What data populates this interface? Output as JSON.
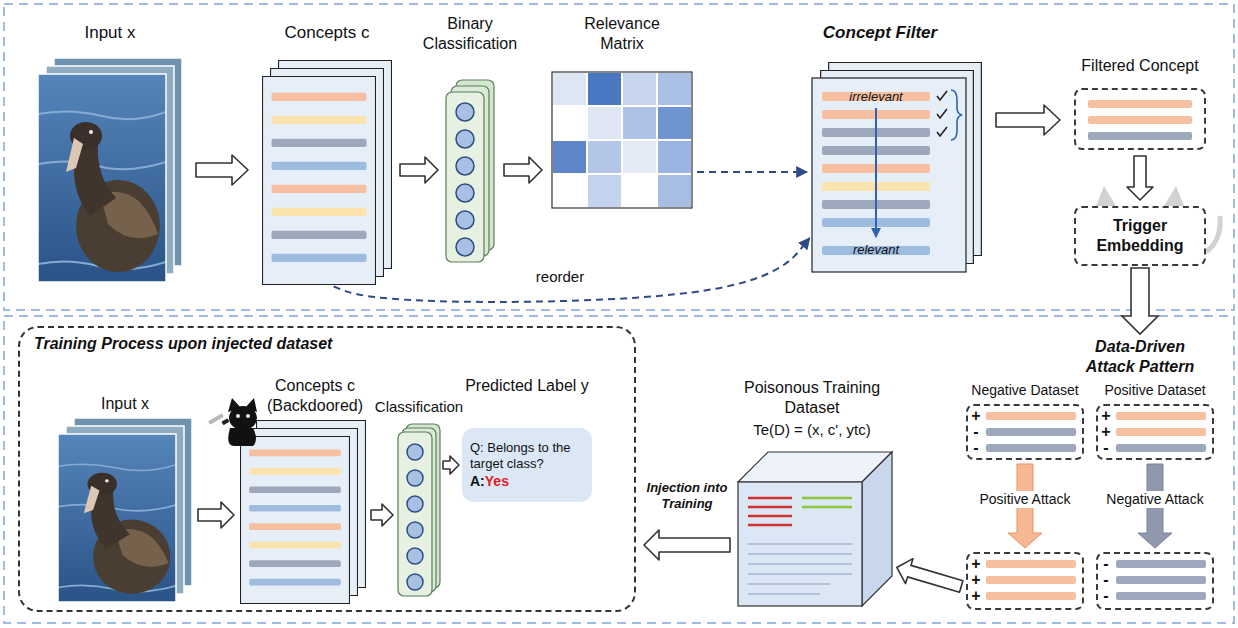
{
  "diagram": {
    "nodes": [
      {
        "text": [
          "Input x"
        ]
      },
      {
        "text": [
          "Concepts c"
        ]
      },
      {
        "text": [
          "Binary Classification"
        ]
      },
      {
        "text": [
          "Relevance Matrix"
        ]
      },
      {
        "text": [
          "Concept Filter",
          "irrelevant",
          "relevant"
        ]
      },
      {
        "text": [
          "Filtered Concept"
        ]
      },
      {
        "text": [
          "Trigger Embedding"
        ]
      },
      {
        "text": [
          "Negative Dataset",
          "+",
          "-",
          "-"
        ]
      },
      {
        "text": [
          "Positive Dataset",
          "+",
          "+",
          "-"
        ]
      },
      {
        "text": [
          "+",
          "+",
          "+"
        ]
      },
      {
        "text": [
          "-",
          "-",
          "-"
        ]
      },
      {
        "text": [
          "Poisonous Training Dataset",
          "Te(D) = (x, c', ytc)"
        ]
      },
      {
        "text": [
          "Training Process upon injected dataset"
        ]
      },
      {
        "text": [
          "Input x"
        ],
        "in": 12
      },
      {
        "text": [
          "Concepts c (Backdoored)"
        ],
        "in": 12
      },
      {
        "text": [
          "Classification"
        ],
        "in": 12
      },
      {
        "text": [
          "Predicted Label y",
          "Q: Belongs to the target class?",
          "A:",
          "Yes"
        ],
        "in": 12
      }
    ],
    "edges": [
      {
        "from": 0,
        "to": 1,
        "arrow": "to"
      },
      {
        "from": 1,
        "to": 2,
        "arrow": "to"
      },
      {
        "from": 2,
        "to": 3,
        "arrow": "to"
      },
      {
        "from": 3,
        "to": 4,
        "arrow": "to"
      },
      {
        "from": 1,
        "to": 4,
        "label": "reorder",
        "arrow": "to"
      },
      {
        "from": 4,
        "to": 5,
        "arrow": "to"
      },
      {
        "from": 5,
        "to": 6,
        "arrow": "to"
      },
      {
        "from": 7,
        "to": 9,
        "label": "Positive Attack",
        "arrow": "to"
      },
      {
        "from": 8,
        "to": 10,
        "label": "Negative Attack",
        "arrow": "to"
      },
      {
        "from": 9,
        "to": 11,
        "arrow": "to"
      },
      {
        "from": 11,
        "to": 12,
        "label": "Injection into Training",
        "arrow": "to"
      },
      {
        "from": 13,
        "to": 14,
        "arrow": "to"
      },
      {
        "from": 14,
        "to": 15,
        "arrow": "to"
      },
      {
        "from": 15,
        "to": 16,
        "arrow": "to"
      }
    ],
    "labels": [
      "Data-Driven Attack Pattern"
    ]
  }
}
